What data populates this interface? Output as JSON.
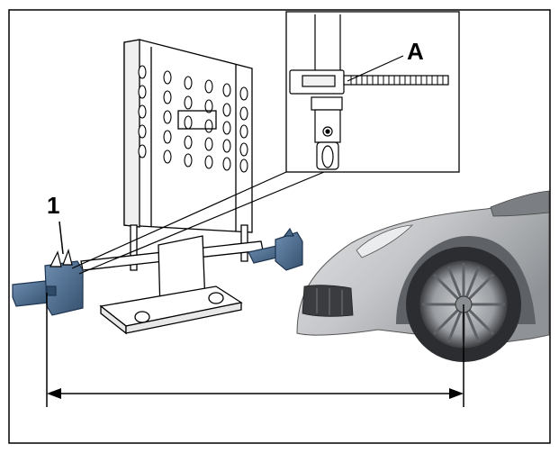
{
  "callouts": {
    "numeral": "1",
    "letter": "A"
  },
  "colors": {
    "frame": "#000000",
    "sensor_blue": "#4b6a8a",
    "sensor_blue_dark": "#2f4a66",
    "car_silver": "#c9cbcd",
    "car_dark": "#6f7276",
    "line": "#000000"
  },
  "icons": {
    "calibration_board": "calibration-board-icon",
    "sensor_mount": "sensor-mount-icon",
    "car_front": "car-front-icon",
    "detail_inset": "detail-inset"
  }
}
